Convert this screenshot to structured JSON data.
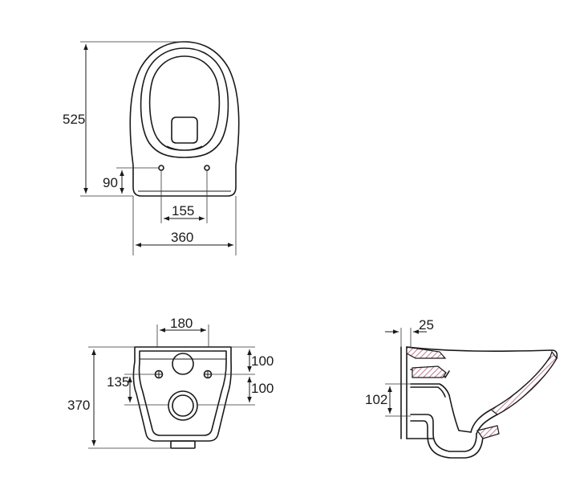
{
  "top_view": {
    "dim_height": "525",
    "dim_hole_offset": "90",
    "dim_hole_spacing": "155",
    "dim_width": "360"
  },
  "back_view": {
    "dim_top_spacing": "180",
    "dim_left_offset": "135",
    "dim_total_height": "370",
    "dim_upper_right": "100",
    "dim_lower_right": "100"
  },
  "side_view": {
    "dim_wall_thickness": "25",
    "dim_inlet_height": "102"
  },
  "colors": {
    "line": "#1a1a1a",
    "hatch": "#b05a78",
    "background": "#ffffff"
  }
}
